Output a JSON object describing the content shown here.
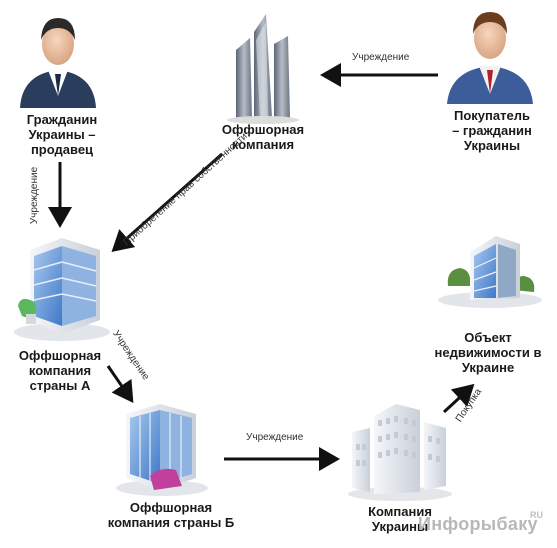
{
  "nodes": {
    "seller": "Гражданин\nУкраины –\nпродавец",
    "offshore": "Оффшорная\nкомпания",
    "buyer": "Покупатель\n– гражданин\nУкраины",
    "offshore_a": "Оффшорная\nкомпания\nстраны А",
    "offshore_b": "Оффшорная\nкомпания страны Б",
    "company_ua": "Компания\nУкраины",
    "property": "Объект\nнедвижимости в\nУкраине"
  },
  "edges": {
    "buyer_to_offshore": "Учреждение",
    "seller_to_a": "Учреждение",
    "offshore_to_a": "Приобретение прав\nсобственности",
    "a_to_b": "Учреждение",
    "b_to_ua": "Учреждение",
    "ua_to_property": "Покупка"
  },
  "watermark": {
    "text": "Инфорыбаку",
    "sup": "RU"
  },
  "colors": {
    "arrow": "#111111",
    "glass": "#5b8fd6",
    "tower": "#7d8796",
    "suit": "#2b3d5c",
    "buyer_suit": "#3d5d9a"
  }
}
